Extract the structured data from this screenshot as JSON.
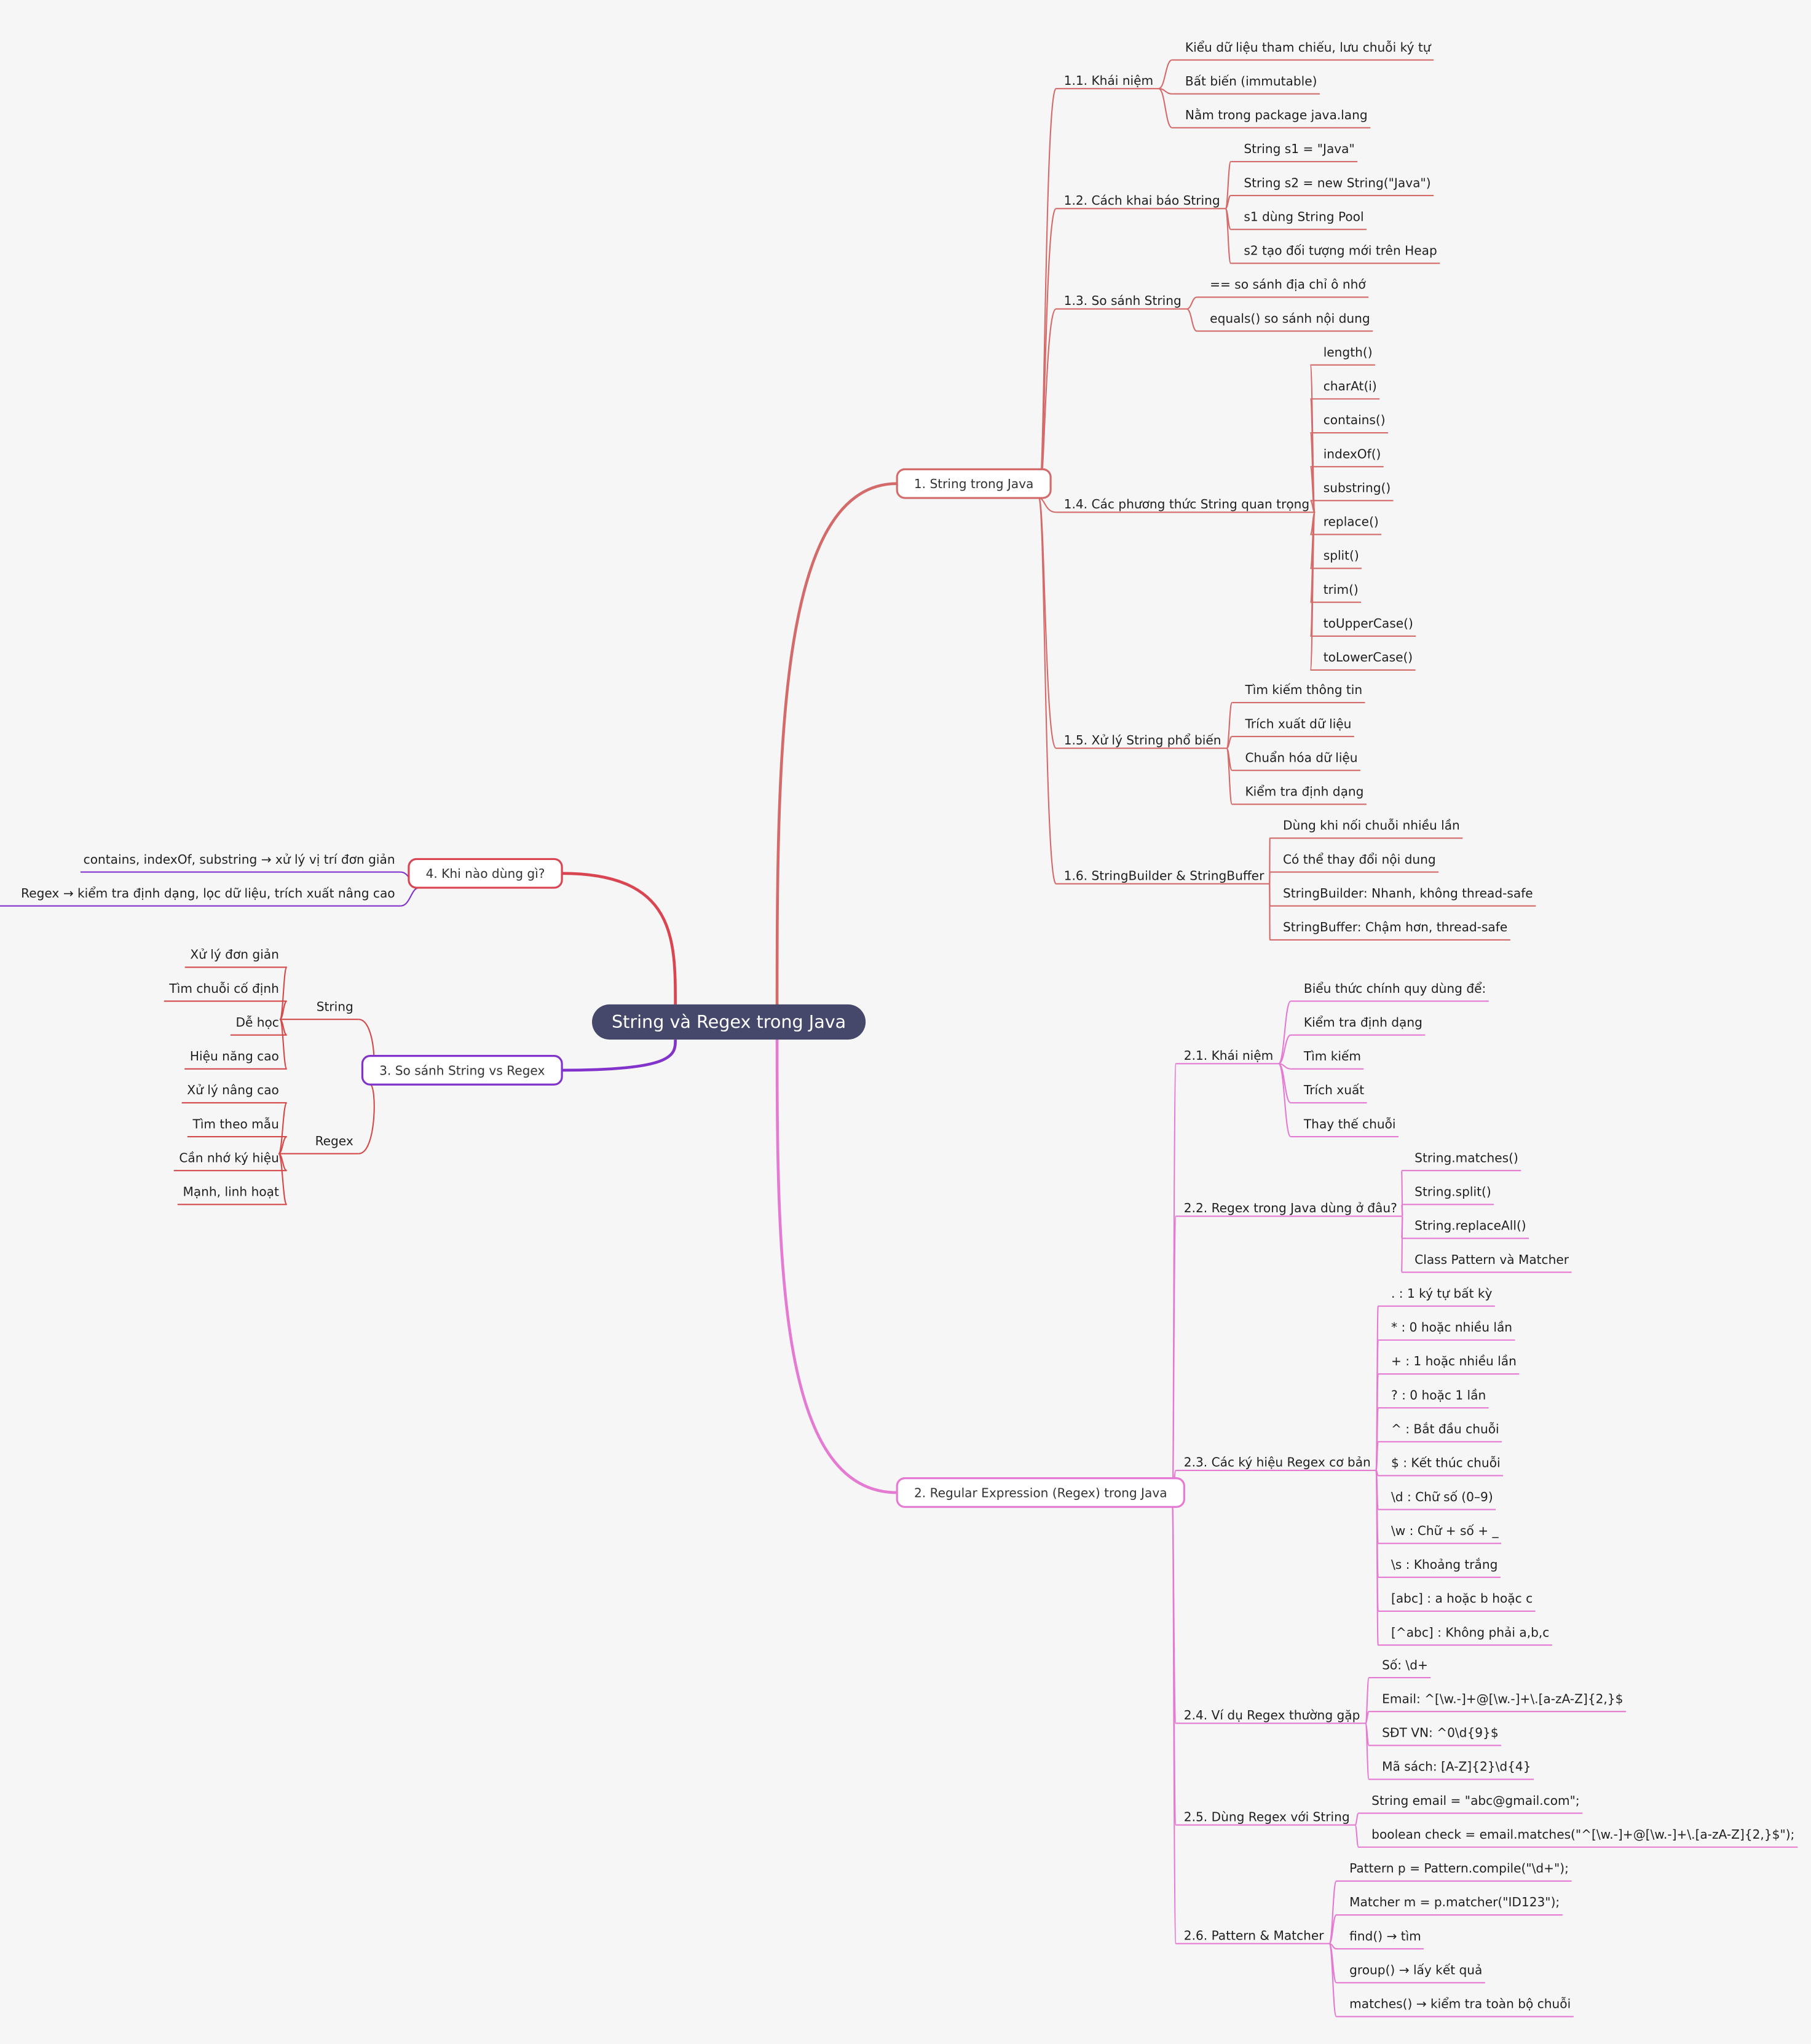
{
  "title": "String và Regex trong Java",
  "colors": {
    "background": "#f6f6f6",
    "root": "#45486b",
    "branch1": "#d46b6b",
    "branch2": "#e57ad2",
    "branch3": "#8133cc",
    "branch4": "#d94652",
    "branch3_sub": "#d44a4a"
  },
  "branches": [
    {
      "label": "1. String trong Java",
      "children": [
        {
          "label": "1.1. Khái niệm",
          "children": [
            "Kiểu dữ liệu tham chiếu, lưu chuỗi ký tự",
            "Bất biến (immutable)",
            "Nằm trong package java.lang"
          ]
        },
        {
          "label": "1.2. Cách khai báo String",
          "children": [
            "String s1 = \"Java\"",
            "String s2 = new String(\"Java\")",
            "s1 dùng String Pool",
            "s2 tạo đối tượng mới trên Heap"
          ]
        },
        {
          "label": "1.3. So sánh String",
          "children": [
            "== so sánh địa chỉ ô nhớ",
            "equals() so sánh nội dung"
          ]
        },
        {
          "label": "1.4. Các phương thức String quan trọng",
          "children": [
            "length()",
            "charAt(i)",
            "contains()",
            "indexOf()",
            "substring()",
            "replace()",
            "split()",
            "trim()",
            "toUpperCase()",
            "toLowerCase()"
          ]
        },
        {
          "label": "1.5. Xử lý String phổ biến",
          "children": [
            "Tìm kiếm thông tin",
            "Trích xuất dữ liệu",
            "Chuẩn hóa dữ liệu",
            "Kiểm tra định dạng"
          ]
        },
        {
          "label": "1.6. StringBuilder & StringBuffer",
          "children": [
            "Dùng khi nối chuỗi nhiều lần",
            "Có thể thay đổi nội dung",
            "StringBuilder: Nhanh, không thread-safe",
            "StringBuffer: Chậm hơn, thread-safe"
          ]
        }
      ]
    },
    {
      "label": "2. Regular Expression (Regex) trong Java",
      "children": [
        {
          "label": "2.1. Khái niệm",
          "children": [
            "Biểu thức chính quy dùng để:",
            "Kiểm tra định dạng",
            "Tìm kiếm",
            "Trích xuất",
            "Thay thế chuỗi"
          ]
        },
        {
          "label": "2.2. Regex trong Java dùng ở đâu?",
          "children": [
            "String.matches()",
            "String.split()",
            "String.replaceAll()",
            "Class Pattern và Matcher"
          ]
        },
        {
          "label": "2.3. Các ký hiệu Regex cơ bản",
          "children": [
            ". : 1 ký tự bất kỳ",
            "* : 0 hoặc nhiều lần",
            "+ : 1 hoặc nhiều lần",
            "? : 0 hoặc 1 lần",
            "^ : Bắt đầu chuỗi",
            "$ : Kết thúc chuỗi",
            "\\d : Chữ số (0–9)",
            "\\w : Chữ + số + _",
            "\\s : Khoảng trắng",
            "[abc] : a hoặc b hoặc c",
            "[^abc] : Không phải a,b,c"
          ]
        },
        {
          "label": "2.4. Ví dụ Regex thường gặp",
          "children": [
            "Số: \\d+",
            "Email: ^[\\w.-]+@[\\w.-]+\\.[a-zA-Z]{2,}$",
            "SĐT VN: ^0\\d{9}$",
            "Mã sách: [A-Z]{2}\\d{4}"
          ]
        },
        {
          "label": "2.5. Dùng Regex với String",
          "children": [
            "String email = \"abc@gmail.com\";",
            "boolean check = email.matches(\"^[\\w.-]+@[\\w.-]+\\.[a-zA-Z]{2,}$\");"
          ]
        },
        {
          "label": "2.6. Pattern & Matcher",
          "children": [
            "Pattern p = Pattern.compile(\"\\d+\");",
            "Matcher m = p.matcher(\"ID123\");",
            "find() → tìm",
            "group() → lấy kết quả",
            "matches() → kiểm tra toàn bộ chuỗi"
          ]
        }
      ]
    },
    {
      "label": "3. So sánh String vs Regex",
      "children": [
        {
          "label": "String",
          "children": [
            "Xử lý đơn giản",
            "Tìm chuỗi cố định",
            "Dễ học",
            "Hiệu năng cao"
          ]
        },
        {
          "label": "Regex",
          "children": [
            "Xử lý nâng cao",
            "Tìm theo mẫu",
            "Cần nhớ ký hiệu",
            "Mạnh, linh hoạt"
          ]
        }
      ]
    },
    {
      "label": "4. Khi nào dùng gì?",
      "children": [
        "contains, indexOf, substring → xử lý vị trí đơn giản",
        "Regex → kiểm tra định dạng, lọc dữ liệu, trích xuất nâng cao"
      ]
    }
  ]
}
